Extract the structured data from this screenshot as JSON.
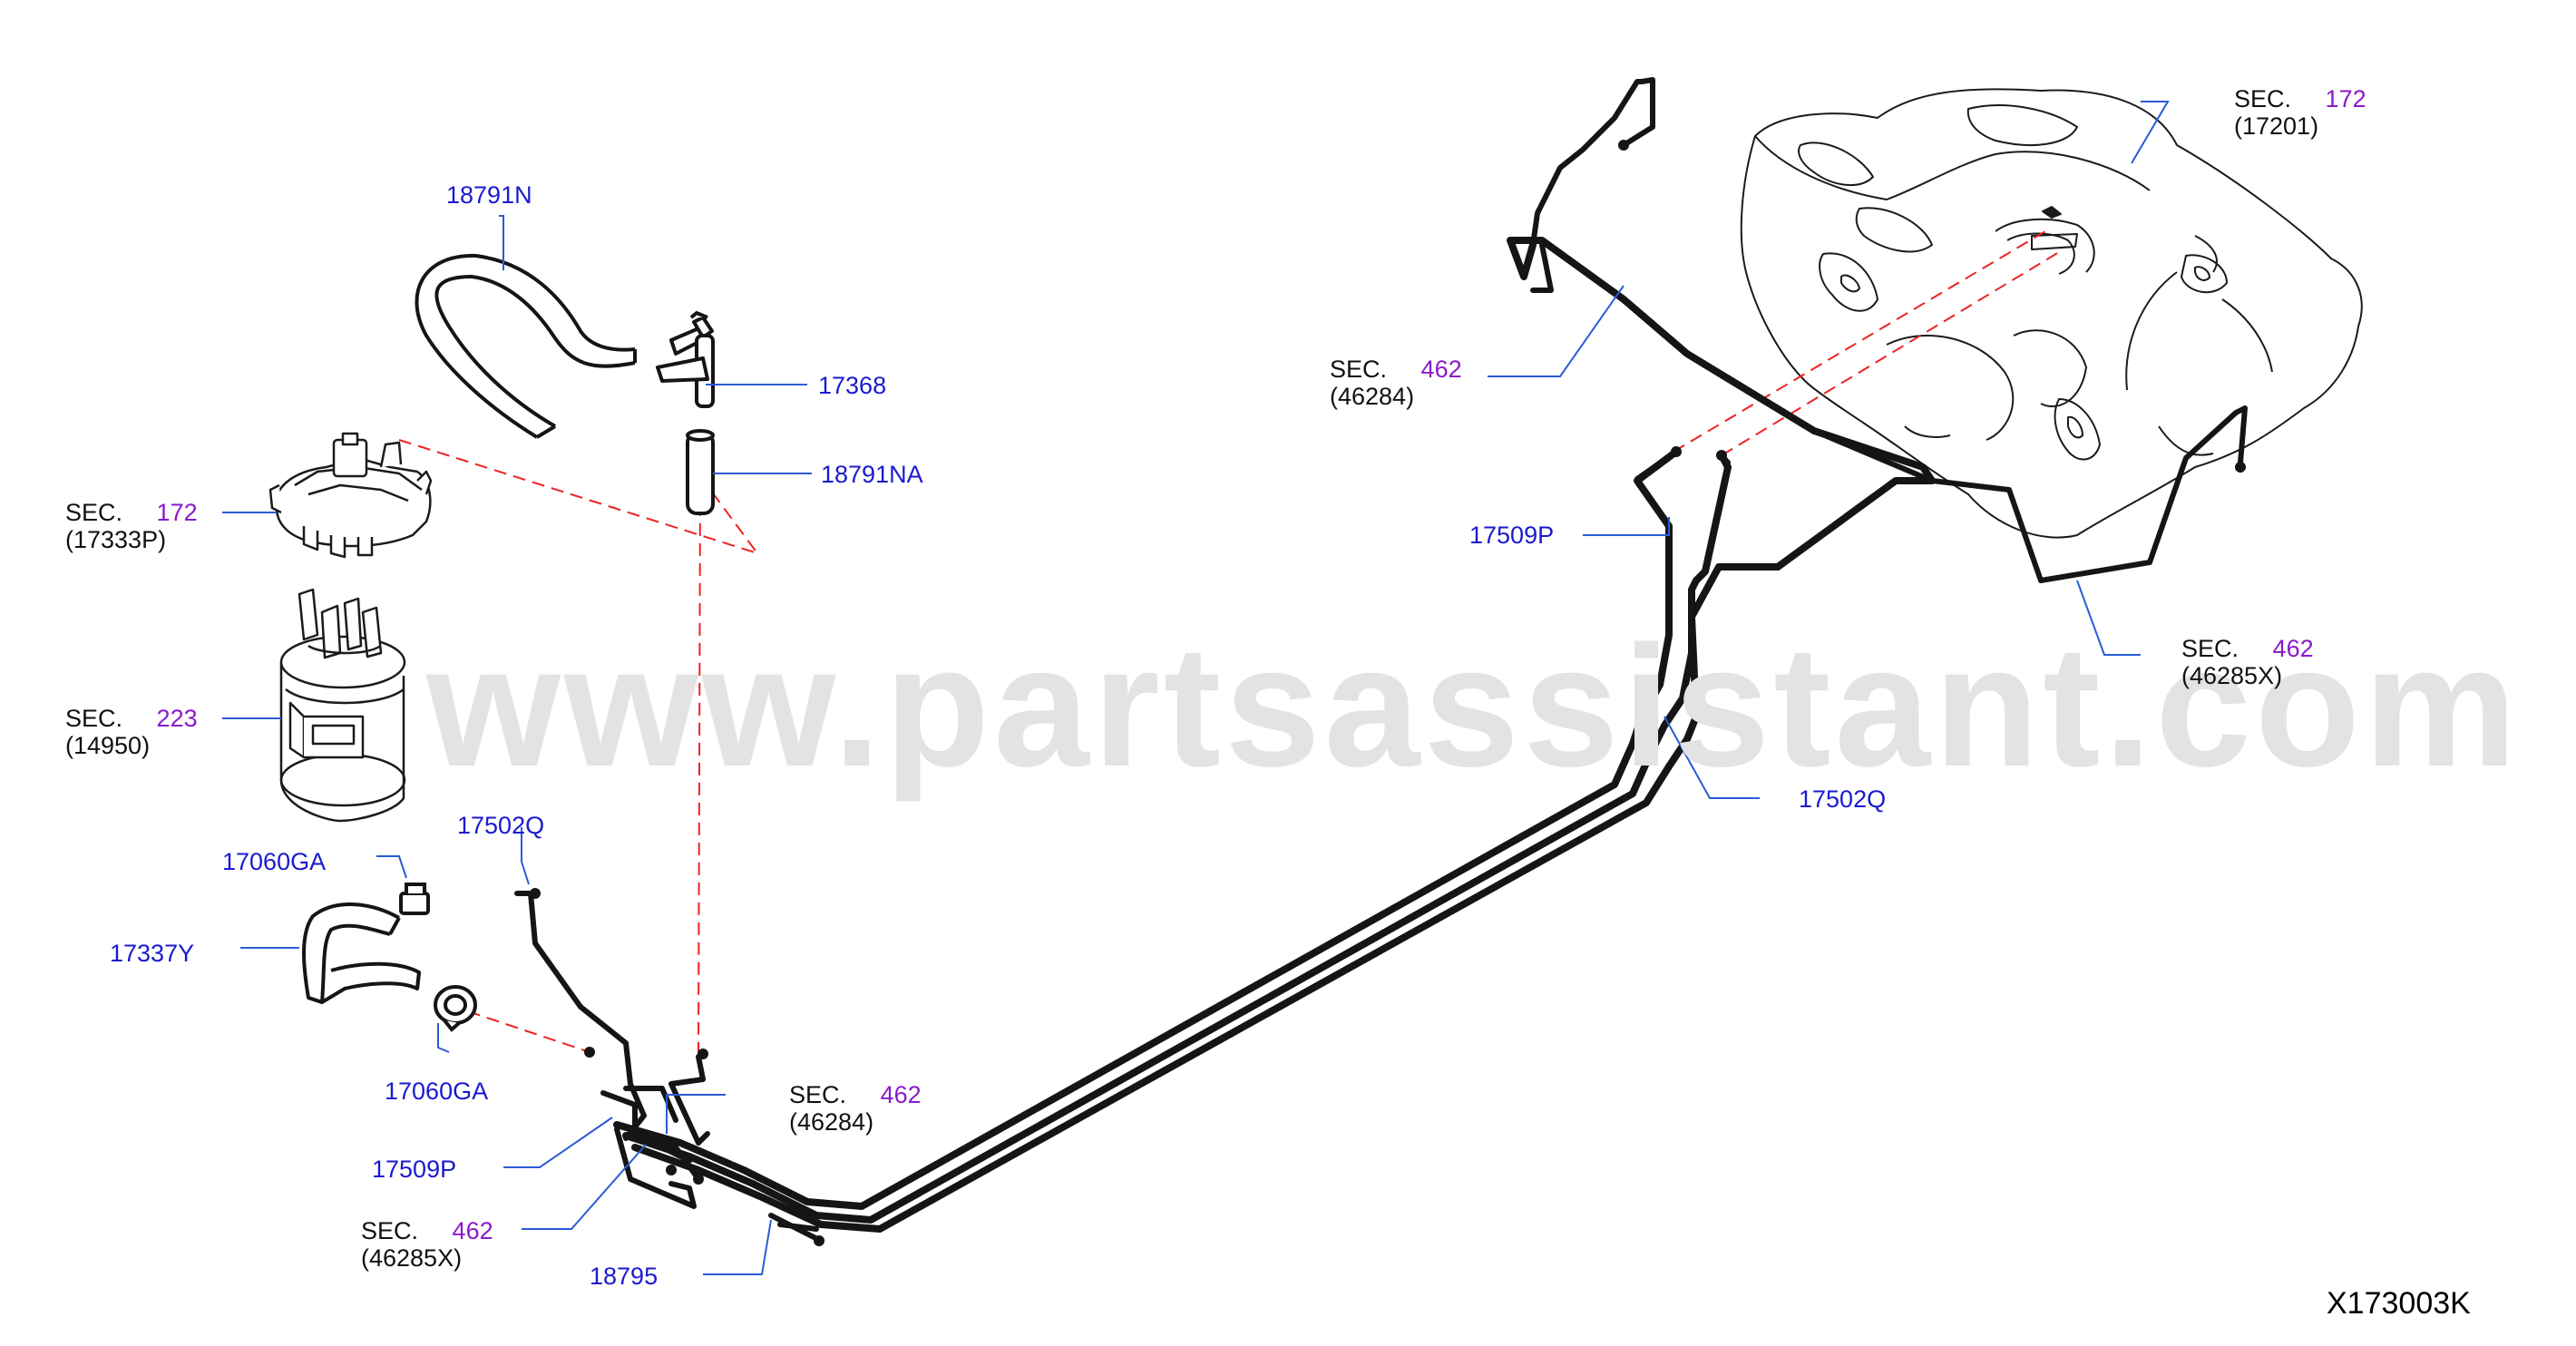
{
  "watermark": "www.partsassistant.com",
  "figure_id": "X173003K",
  "colors": {
    "part_number": "#1a1ad0",
    "section_number": "#8a1acb",
    "leader": "#2a5bd7",
    "hidden_line": "#ee2222",
    "text": "#111111"
  },
  "parts": {
    "p18791N": "18791N",
    "p17368": "17368",
    "p18791NA": "18791NA",
    "p17509P_right": "17509P",
    "p17502Q_right": "17502Q",
    "p17502Q_left": "17502Q",
    "p17060GA_top": "17060GA",
    "p17337Y": "17337Y",
    "p17060GA_bottom": "17060GA",
    "p17509P_left": "17509P",
    "p18795": "18795"
  },
  "sections": {
    "tank": {
      "prefix": "SEC.",
      "number": "172",
      "code": "(17201)"
    },
    "pump": {
      "prefix": "SEC.",
      "number": "172",
      "code": "(17333P)"
    },
    "canister": {
      "prefix": "SEC.",
      "number": "223",
      "code": "(14950)"
    },
    "tube_top": {
      "prefix": "SEC.",
      "number": "462",
      "code": "(46284)"
    },
    "tube_right": {
      "prefix": "SEC.",
      "number": "462",
      "code": "(46285X)"
    },
    "tube_front_top": {
      "prefix": "SEC.",
      "number": "462",
      "code": "(46284)"
    },
    "tube_front_bottom": {
      "prefix": "SEC.",
      "number": "462",
      "code": "(46285X)"
    }
  }
}
